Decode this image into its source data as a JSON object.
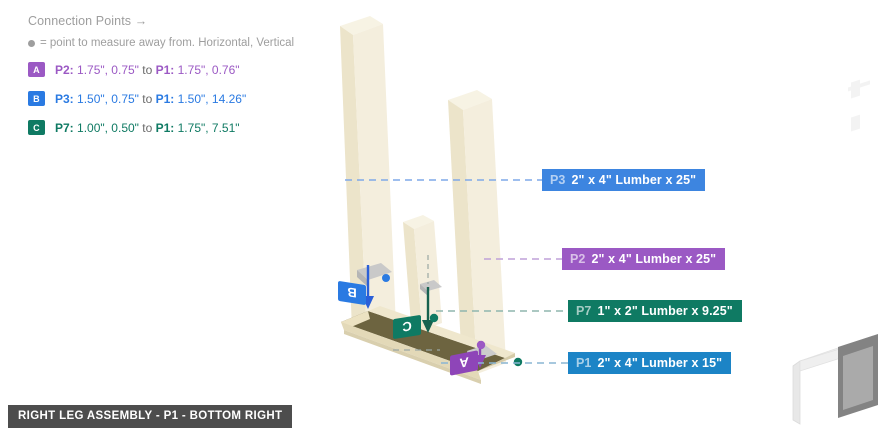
{
  "legend": {
    "title": "Connection Points →",
    "subtitle": "= point to measure away from. Horizontal, Vertical",
    "dot_icon": "measure-origin-dot",
    "connections": [
      {
        "badge": "A",
        "badge_color": "#9b59c4",
        "text_color": "#9b59c4",
        "from_part": "P2:",
        "from_value": " 1.75\", 0.75\" ",
        "joiner": "to ",
        "to_part": "P1:",
        "to_value": " 1.75\", 0.76\""
      },
      {
        "badge": "B",
        "badge_color": "#2a7ae2",
        "text_color": "#2a7ae2",
        "from_part": "P3:",
        "from_value": " 1.50\", 0.75\" ",
        "joiner": "to ",
        "to_part": "P1:",
        "to_value": " 1.50\", 14.26\""
      },
      {
        "badge": "C",
        "badge_color": "#0f7a63",
        "text_color": "#0f7a63",
        "from_part": "P7:",
        "from_value": " 1.00\", 0.50\" ",
        "joiner": "to ",
        "to_part": "P1:",
        "to_value": " 1.75\", 7.51\""
      }
    ]
  },
  "part_labels": [
    {
      "id": "P3",
      "text": "2\" x 4\" Lumber  x 25\"",
      "color": "#3d85e0",
      "leader_color": "#7fa8e8"
    },
    {
      "id": "P2",
      "text": "2\" x 4\" Lumber  x 25\"",
      "color": "#9b59c4",
      "leader_color": "#bfa0d8"
    },
    {
      "id": "P7",
      "text": "1\" x 2\" Lumber x 9.25\"",
      "color": "#0f7a63",
      "leader_color": "#8fb5ae"
    },
    {
      "id": "P1",
      "text": "2\" x 4\" Lumber  x 15\"",
      "color": "#1c84c6",
      "leader_color": "#8ab6d4"
    }
  ],
  "scene_markers": [
    {
      "badge": "B",
      "color": "#2a7ae2",
      "arrow_color": "#2a5fd8",
      "dot_color": "#2a7ae2"
    },
    {
      "badge": "C",
      "color": "#0f7a63",
      "arrow_color": "#17624f",
      "dot_color": "#0f7a63"
    },
    {
      "badge": "A",
      "color": "#8e45b8",
      "arrow_color": "#8e45b8",
      "dot_color": "#9b59c4"
    }
  ],
  "footer": {
    "title": "RIGHT LEG ASSEMBLY - P1 - BOTTOM RIGHT"
  },
  "watermark": {
    "name": "plan-logo-watermark"
  },
  "theme": {
    "lumber_light": "#f2ecd9",
    "lumber_mid": "#e8e0c6",
    "lumber_dark": "#ded5b7",
    "base_top": "#6d6440",
    "background": "#ffffff"
  }
}
